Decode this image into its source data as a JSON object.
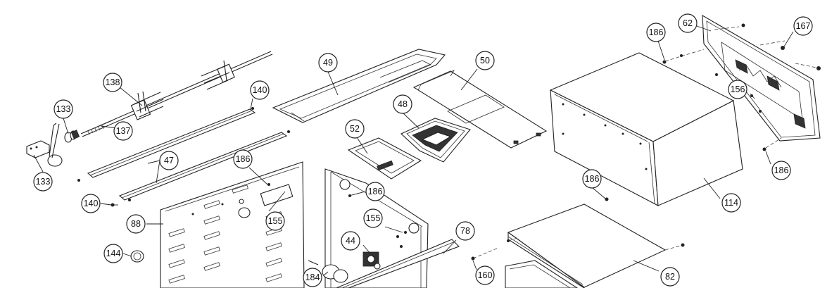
{
  "callouts": [
    {
      "id": "c133a",
      "label": "133"
    },
    {
      "id": "c138",
      "label": "138"
    },
    {
      "id": "c137",
      "label": "137"
    },
    {
      "id": "c133b",
      "label": "133"
    },
    {
      "id": "c140a",
      "label": "140"
    },
    {
      "id": "c47",
      "label": "47"
    },
    {
      "id": "c140b",
      "label": "140"
    },
    {
      "id": "c49",
      "label": "49"
    },
    {
      "id": "c50",
      "label": "50"
    },
    {
      "id": "c48",
      "label": "48"
    },
    {
      "id": "c52",
      "label": "52"
    },
    {
      "id": "c186a",
      "label": "186"
    },
    {
      "id": "c88",
      "label": "88"
    },
    {
      "id": "c155a",
      "label": "155"
    },
    {
      "id": "c144",
      "label": "144"
    },
    {
      "id": "c186b",
      "label": "186"
    },
    {
      "id": "c155b",
      "label": "155"
    },
    {
      "id": "c44",
      "label": "44"
    },
    {
      "id": "c78",
      "label": "78"
    },
    {
      "id": "c184",
      "label": "184"
    },
    {
      "id": "c160",
      "label": "160"
    },
    {
      "id": "c186c",
      "label": "186"
    },
    {
      "id": "c62",
      "label": "62"
    },
    {
      "id": "c167",
      "label": "167"
    },
    {
      "id": "c156",
      "label": "156"
    },
    {
      "id": "c186d",
      "label": "186"
    },
    {
      "id": "c114",
      "label": "114"
    },
    {
      "id": "c186e",
      "label": "186"
    },
    {
      "id": "c82",
      "label": "82"
    }
  ]
}
